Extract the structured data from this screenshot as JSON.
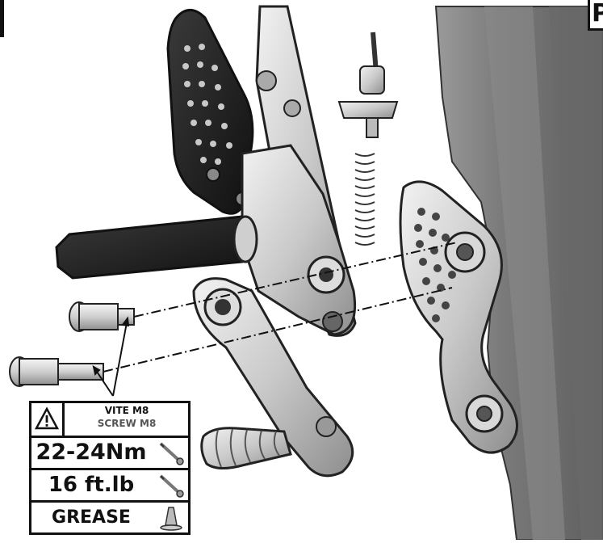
{
  "corner_label": "P",
  "spec": {
    "line1": "VITE M8",
    "line2": "SCREW M8",
    "torque_nm": "22-24Nm",
    "torque_ftlb": "16 ft.lb",
    "grease": "GREASE"
  },
  "icons": {
    "warning": "warning-triangle-icon",
    "wrench": "torque-wrench-icon",
    "grease": "grease-tube-icon"
  }
}
